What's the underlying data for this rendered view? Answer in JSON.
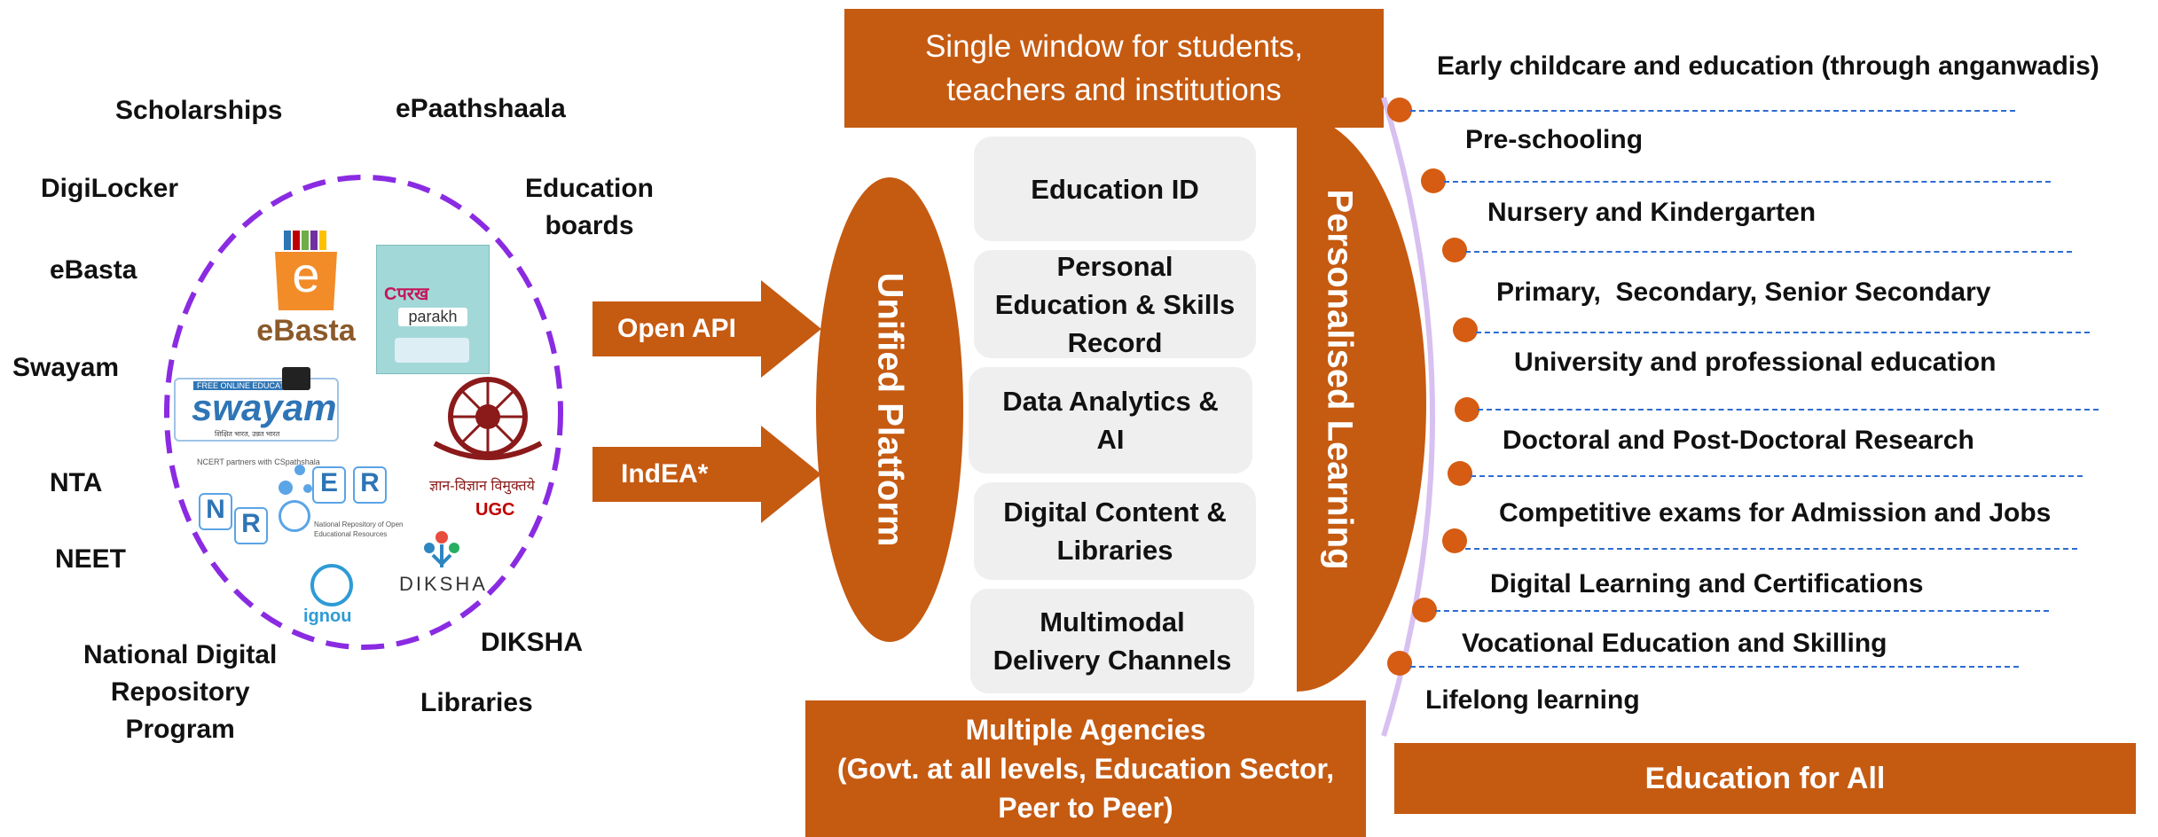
{
  "left_labels": {
    "scholarships": "Scholarships",
    "epaathshaala": "ePaathshaala",
    "digilocker": "DigiLocker",
    "education_boards": "Education\nboards",
    "ebasta": "eBasta",
    "swayam": "Swayam",
    "nta": "NTA",
    "neet": "NEET",
    "ndrp": "National Digital\nRepository\nProgram",
    "diksha": "DIKSHA",
    "libraries": "Libraries"
  },
  "logos": {
    "ebasta": "eBasta",
    "ebasta_letter": "e",
    "parakh": "parakh",
    "parakh_top": "Cपरख",
    "swayam_top": "FREE ONLINE EDUCATION",
    "swayam": "swayam",
    "swayam_sub": "शिक्षित भारत, उन्नत भारत",
    "nroer_top": "NCERT partners with CSpathshala",
    "nroer_n": "N",
    "nroer_r": "R",
    "nroer_e": "E",
    "nroer_r2": "R",
    "nroer_caption": "National Repository of Open Educational Resources",
    "ugc_hindi": "ज्ञान-विज्ञान विमुक्तये",
    "ugc": "UGC",
    "ignou": "ignou",
    "diksha": "DIKSHA"
  },
  "arrows": {
    "open_api": "Open API",
    "indea": "IndEA*"
  },
  "unified_platform": "Unified Platform",
  "top_box": "Single window for students,\nteachers and institutions",
  "center_boxes": [
    "Education ID",
    "Personal\nEducation & Skills\nRecord",
    "Data Analytics &\nAI",
    "Digital Content &\nLibraries",
    "Multimodal\nDelivery Channels"
  ],
  "bottom_box": "Multiple Agencies\n(Govt. at all levels, Education Sector,\nPeer to Peer)",
  "personalised_learning": "Personalised Learning",
  "stages": [
    "Early childcare and education (through anganwadis)",
    "Pre-schooling",
    "Nursery and Kindergarten",
    "Primary,  Secondary, Senior Secondary",
    "University and professional education",
    "Doctoral and Post-Doctoral Research",
    "Competitive exams for Admission and Jobs",
    "Digital Learning and Certifications",
    "Vocational Education and Skilling",
    "Lifelong learning"
  ],
  "education_for_all": "Education for All",
  "colors": {
    "orange": "#C55A11",
    "purple_dash": "#8A2BE2",
    "dashed_line": "#2E6BD2",
    "arc": "#D8C0F0",
    "box_gray": "#EFEFEF"
  }
}
